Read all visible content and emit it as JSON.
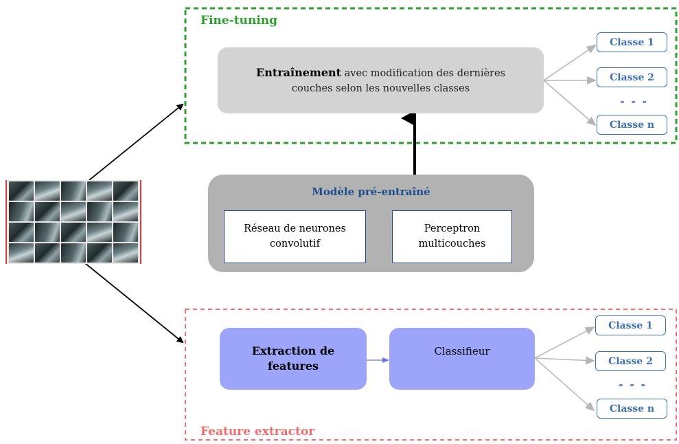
{
  "fine_tuning": {
    "label": "Fine-tuning",
    "training_bold": "Entraînement",
    "training_rest_line1": " avec modification des dernières",
    "training_line2": "couches selon les nouvelles classes",
    "classes": [
      "Classe 1",
      "Classe 2",
      "Classe n"
    ],
    "dots": "- - -"
  },
  "pretrained_model": {
    "title": "Modèle pré-entraîné",
    "cnn_line1": "Réseau de neurones",
    "cnn_line2": "convolutif",
    "mlp_line1": "Perceptron",
    "mlp_line2": "multicouches"
  },
  "feature_extractor": {
    "label": "Feature extractor",
    "extract_line1": "Extraction de",
    "extract_line2": "features",
    "classifier": "Classifieur",
    "classes": [
      "Classe 1",
      "Classe 2",
      "Classe n"
    ],
    "dots": "- - -"
  },
  "colors": {
    "fine_tuning_border": "#2ca02c",
    "feature_extractor_border": "#f26d6d",
    "class_border": "#3a6fb4",
    "lavender": "#9da5fb"
  }
}
